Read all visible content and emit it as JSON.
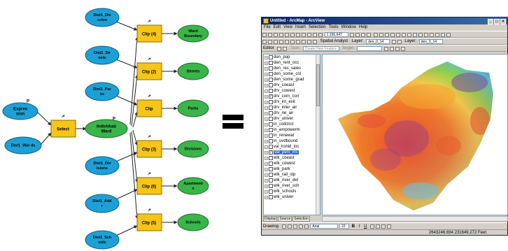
{
  "model": {
    "inputs": {
      "expression": "Expres sion",
      "dist1_wards": "Dist1_War ds",
      "dist1_nodes": [
        "Dist1_Dis solve",
        "Dist1_Str eets",
        "Dist1_Par ks",
        "Dist1_Div isions",
        "Dist1_Add r",
        "Dist1_Sch ools"
      ]
    },
    "tools": {
      "select": "Select",
      "clips": [
        "Clip (4)",
        "Clip (2)",
        "Clip",
        "Clip (3)",
        "Clip (6)",
        "Clip (5)"
      ]
    },
    "intermediate": "Individual Ward",
    "outputs": [
      "Ward Boundary",
      "Streets",
      "Parks",
      "Divisions",
      "Apartment s",
      "Schools"
    ],
    "parameter_marker": "P"
  },
  "equals_sign": "=",
  "window": {
    "title": "Untitled - ArcMap - ArcView",
    "menu": [
      "File",
      "Edit",
      "View",
      "Insert",
      "Selection",
      "Tools",
      "Window",
      "Help"
    ],
    "scale": "1:156,647",
    "spatial_analyst": "Spatial Analyst",
    "layer_label": "Layer:",
    "layer_value": "den_0_14",
    "layer_label2": "Layer:",
    "layer_value2": "den_0_14",
    "editor": "Editor",
    "create_feature": "Create New Feature",
    "target_label": "Target:",
    "layers": [
      {
        "name": "den_pop",
        "checked": false
      },
      {
        "name": "den_rent_occ",
        "checked": false
      },
      {
        "name": "den_res_sales",
        "checked": false
      },
      {
        "name": "den_some_col",
        "checked": false
      },
      {
        "name": "den_some_grad",
        "checked": false
      },
      {
        "name": "drv_coeast",
        "checked": false
      },
      {
        "name": "drv_cowest",
        "checked": false
      },
      {
        "name": "drv_com_corr",
        "checked": true
      },
      {
        "name": "drv_int_exit",
        "checked": false
      },
      {
        "name": "drv_inter_air",
        "checked": false
      },
      {
        "name": "drv_ne_air",
        "checked": false
      },
      {
        "name": "drv_univer",
        "checked": false
      },
      {
        "name": "in_collctrct",
        "checked": false
      },
      {
        "name": "in_empowerm",
        "checked": false
      },
      {
        "name": "in_renewal",
        "checked": false
      },
      {
        "name": "in_uvdbound",
        "checked": false
      },
      {
        "name": "val_hshld_inc",
        "checked": false
      },
      {
        "name": "val_pers_inc",
        "checked": true,
        "selected": true
      },
      {
        "name": "wlk_coeast",
        "checked": false
      },
      {
        "name": "wlk_cowest",
        "checked": false
      },
      {
        "name": "wlk_park",
        "checked": false
      },
      {
        "name": "wlk_rail_stp",
        "checked": false
      },
      {
        "name": "wlk_river_del",
        "checked": false
      },
      {
        "name": "wlk_river_sch",
        "checked": false
      },
      {
        "name": "wlk_schools",
        "checked": false
      },
      {
        "name": "wlk_univer",
        "checked": false
      }
    ],
    "toc_tabs": [
      "Display",
      "Source",
      "Selection"
    ],
    "drawing_label": "Drawing",
    "font_name": "Arial",
    "font_size": "10",
    "bold": "B",
    "italic": "I",
    "underline": "U",
    "coordinates": "2643246.694  231649.272 Feet",
    "colors": {
      "model_input": "#1ea0d6",
      "model_tool": "#f5c518",
      "model_output": "#3ab54a",
      "title_bar": "#0a246a",
      "selection": "#316ac5"
    }
  }
}
